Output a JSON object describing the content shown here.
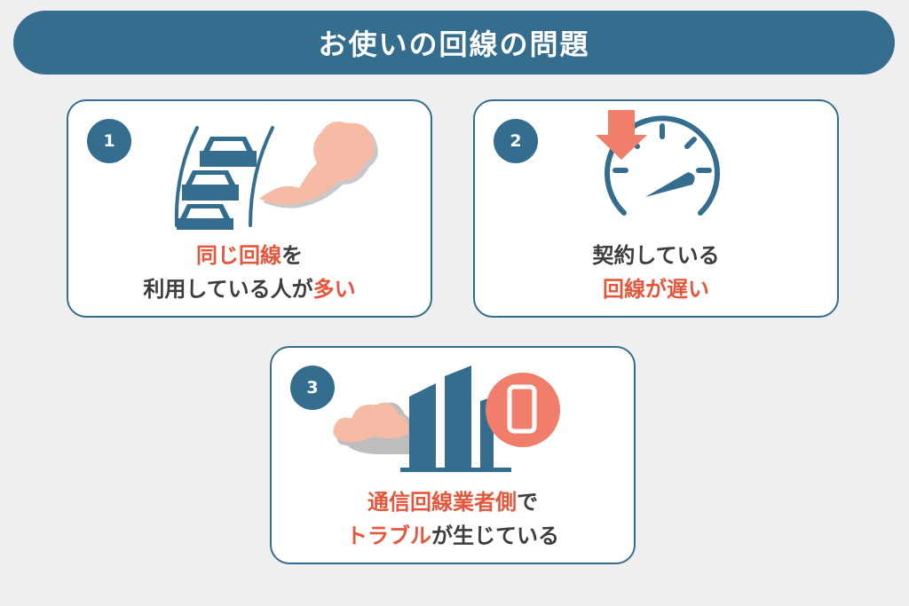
{
  "title": "お使いの回線の問題",
  "colors": {
    "primary": "#356d8f",
    "accent": "#f07e6a",
    "highlight": "#e5573d",
    "smoke": "#f6bba5",
    "background": "#efefef"
  },
  "cards": [
    {
      "number": "1",
      "icon": "traffic-jam-icon",
      "lines": [
        [
          {
            "text": "同じ回線",
            "hl": true
          },
          {
            "text": "を",
            "hl": false
          }
        ],
        [
          {
            "text": "利用している人が",
            "hl": false
          },
          {
            "text": "多い",
            "hl": true
          }
        ]
      ]
    },
    {
      "number": "2",
      "icon": "speedometer-down-icon",
      "lines": [
        [
          {
            "text": "契約している",
            "hl": false
          }
        ],
        [
          {
            "text": "回線が遅い",
            "hl": true
          }
        ]
      ]
    },
    {
      "number": "3",
      "icon": "building-smartphone-icon",
      "lines": [
        [
          {
            "text": "通信回線業者側",
            "hl": true
          },
          {
            "text": "で",
            "hl": false
          }
        ],
        [
          {
            "text": "トラブル",
            "hl": true
          },
          {
            "text": "が生じている",
            "hl": false
          }
        ]
      ]
    }
  ]
}
